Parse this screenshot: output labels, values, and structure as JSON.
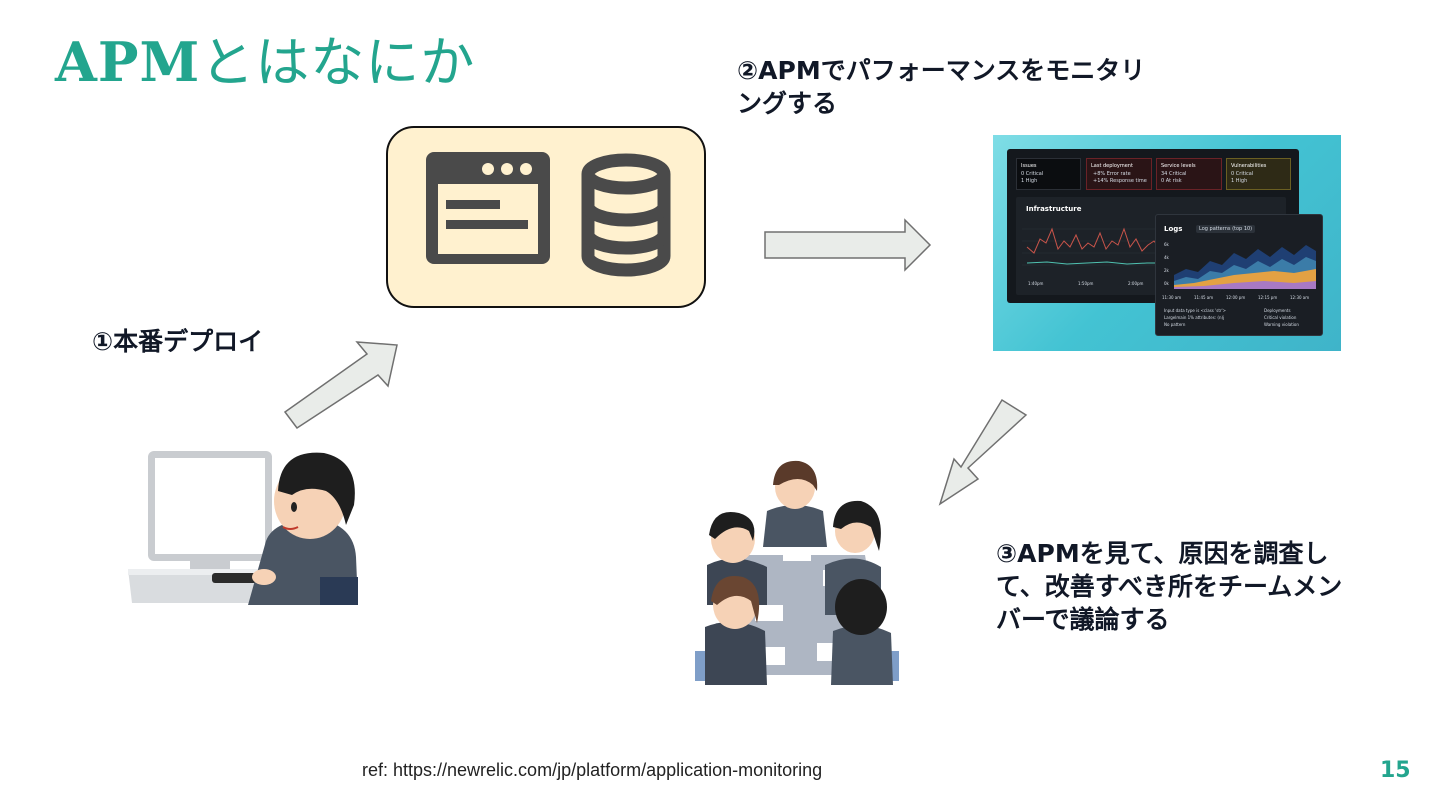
{
  "title": {
    "latin": "APM",
    "japanese": "とはなにか"
  },
  "steps": {
    "deploy": "①本番デプロイ",
    "monitor": "②APMでパフォーマンスをモニタリングする",
    "discuss": "③APMを見て、原因を調査して、改善すべき所をチームメンバーで議論する"
  },
  "dashboard": {
    "cards": [
      {
        "title": "Issues",
        "line1": "0 Critical",
        "line2": "1 High"
      },
      {
        "title": "Last deployment",
        "line1": "+8% Error rate",
        "line2": "+14% Response time"
      },
      {
        "title": "Service levels",
        "line1": "34 Critical",
        "line2": "0 At risk"
      },
      {
        "title": "Vulnerabilities",
        "line1": "0 Critical",
        "line2": "1 High"
      }
    ],
    "infra_title": "Infrastructure",
    "logs_title": "Logs",
    "logs_dropdown": "Log patterns (top 10)",
    "logs_yticks": [
      "6k",
      "4k",
      "2k",
      "0k"
    ],
    "logs_xticks": [
      "11:30 am",
      "11:45 am",
      "12:00 pm",
      "12:15 pm",
      "12:30 am"
    ],
    "infra_xticks": [
      "1:40pm",
      "1:50pm",
      "2:00pm"
    ],
    "legend_left": [
      "Input data type is <class 'str'>",
      "Largelmain 1% attributes: (n)j",
      "No pattern"
    ],
    "legend_right": [
      "Deployments",
      "Critical violation",
      "Warning violation"
    ],
    "colors": {
      "accent": "#23a58e",
      "app_box_bg": "#fff1cf",
      "arrow_fill": "#e9ece9"
    }
  },
  "icons": [
    "browser-window-icon",
    "database-icon",
    "developer-at-computer-illustration",
    "team-meeting-illustration"
  ],
  "ref": "ref: https://newrelic.com/jp/platform/application-monitoring",
  "page_number": "15"
}
